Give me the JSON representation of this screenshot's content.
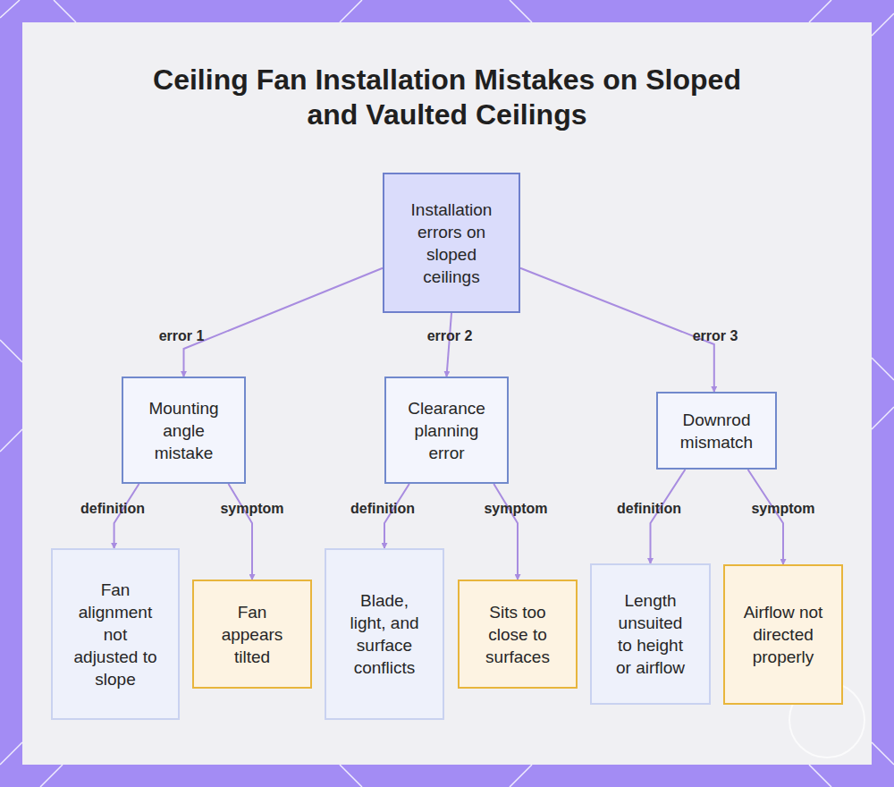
{
  "diagram": {
    "title": "Ceiling Fan Installation Mistakes on Sloped and Vaulted Ceilings",
    "nodes": [
      {
        "text": [
          "Installation errors on sloped ceilings"
        ]
      },
      {
        "text": [
          "Mounting angle mistake"
        ]
      },
      {
        "text": [
          "Clearance planning error"
        ]
      },
      {
        "text": [
          "Downrod mismatch"
        ]
      },
      {
        "text": [
          "Fan alignment not adjusted to slope"
        ]
      },
      {
        "text": [
          "Fan appears tilted"
        ]
      },
      {
        "text": [
          "Blade, light, and surface conflicts"
        ]
      },
      {
        "text": [
          "Sits too close to surfaces"
        ]
      },
      {
        "text": [
          "Length unsuited to height or airflow"
        ]
      },
      {
        "text": [
          "Airflow not directed properly"
        ]
      }
    ],
    "edges": [
      {
        "from": 0,
        "to": 1,
        "label": "error 1",
        "arrow": "to"
      },
      {
        "from": 0,
        "to": 2,
        "label": "error 2",
        "arrow": "to"
      },
      {
        "from": 0,
        "to": 3,
        "label": "error 3",
        "arrow": "to"
      },
      {
        "from": 1,
        "to": 4,
        "label": "definition",
        "arrow": "to"
      },
      {
        "from": 1,
        "to": 5,
        "label": "symptom",
        "arrow": "to"
      },
      {
        "from": 2,
        "to": 6,
        "label": "definition",
        "arrow": "to"
      },
      {
        "from": 2,
        "to": 7,
        "label": "symptom",
        "arrow": "to"
      },
      {
        "from": 3,
        "to": 8,
        "label": "definition",
        "arrow": "to"
      },
      {
        "from": 3,
        "to": 9,
        "label": "symptom",
        "arrow": "to"
      }
    ]
  }
}
